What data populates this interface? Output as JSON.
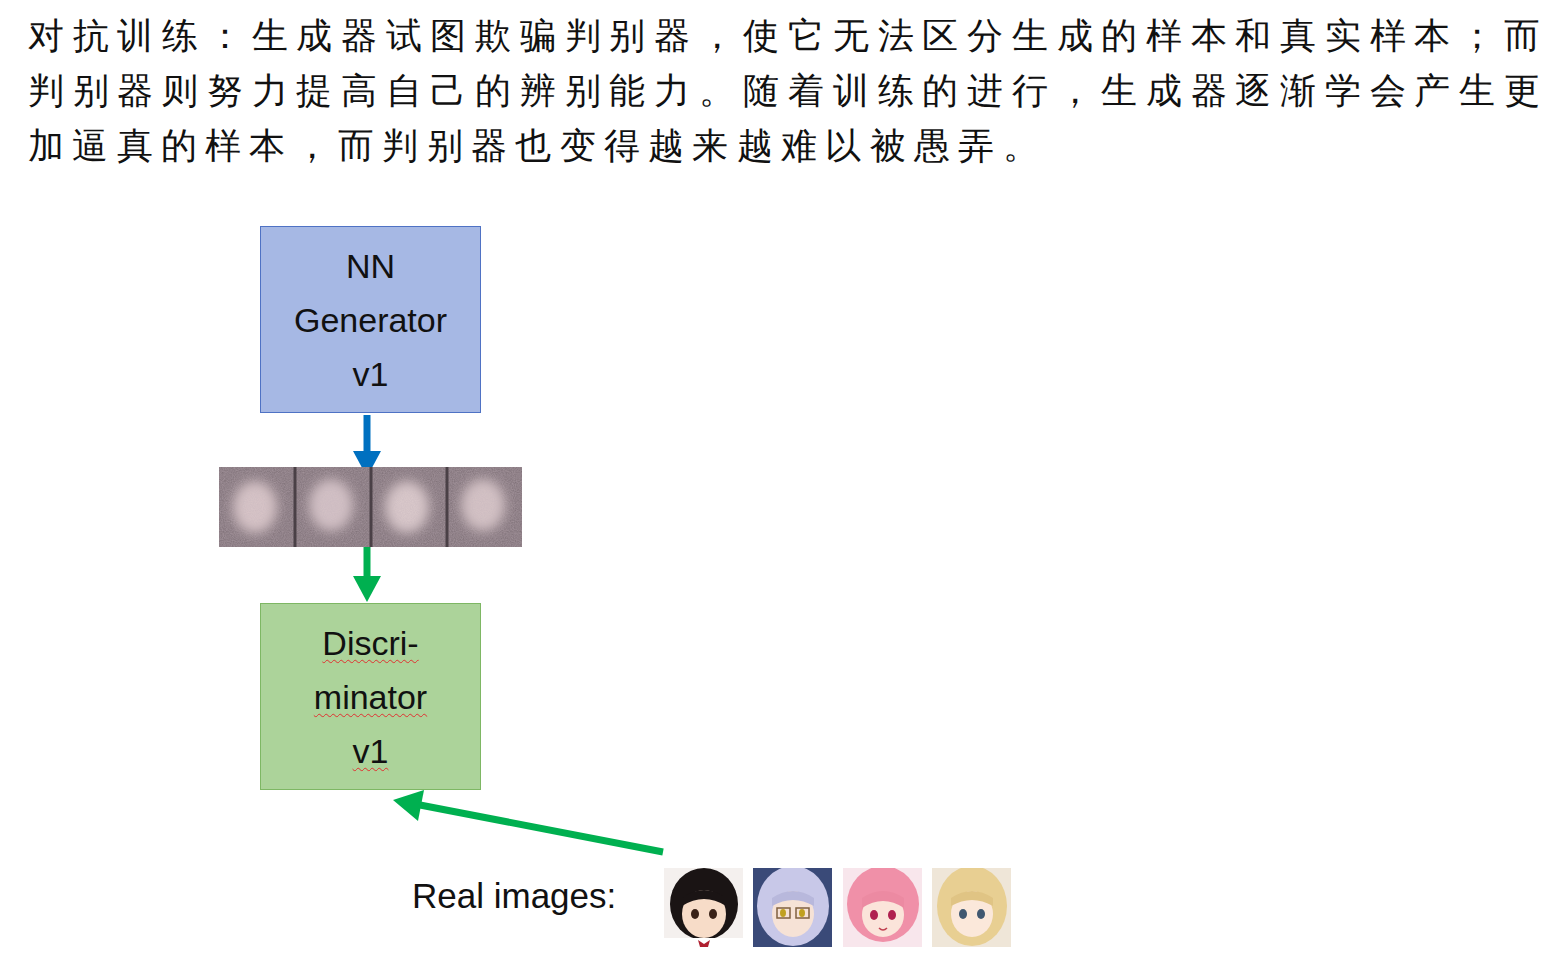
{
  "diagram": {
    "nodes": [
      {
        "text": [
          "NN Generator v1"
        ]
      },
      {
        "text": [
          "Discri- minator v1"
        ]
      }
    ],
    "edges": [
      {
        "from": 0,
        "to": 1,
        "arrow": "to"
      }
    ],
    "labels": [
      "对抗训练：生成器试图欺骗判别器，使它无法区分生成的样本和真实样本；而判别器则努力提高自己的辨别能力。随着训练的进行，生成器逐渐学会产生更加逼真的样本，而判别器也变得越来越难以被愚弄。",
      "Real images:"
    ]
  }
}
